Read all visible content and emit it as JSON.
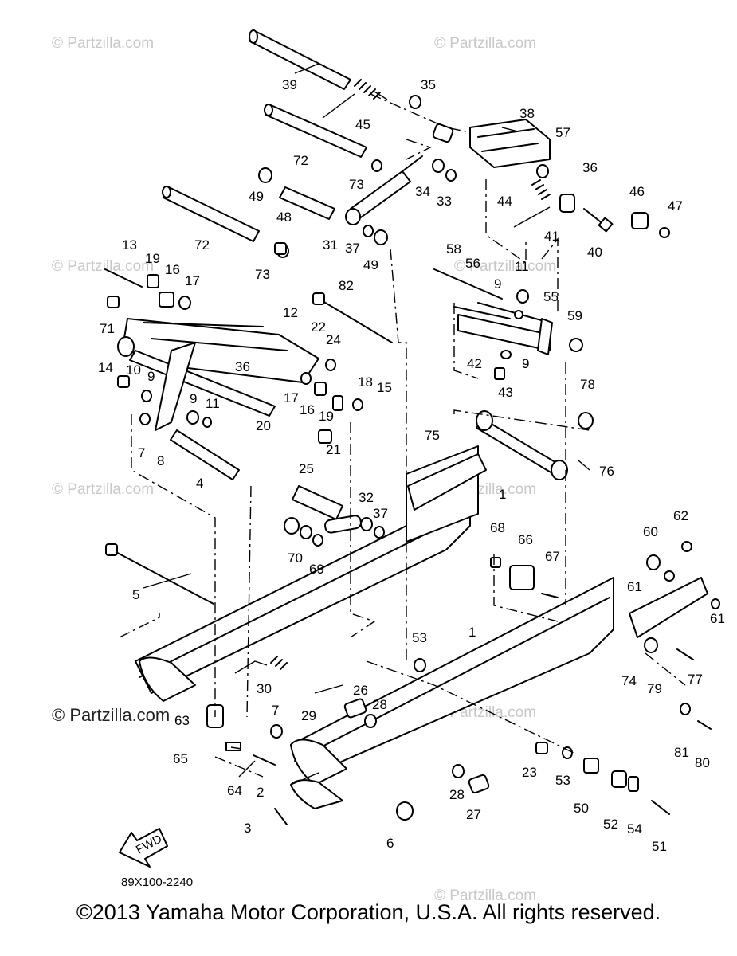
{
  "watermarks": [
    "© Partzilla.com",
    "© Partzilla.com",
    "© Partzilla.com",
    "© Partzilla.com",
    "© Partzilla.com",
    "© Partzilla.com",
    "© Partzilla.com",
    "© Partzilla.com"
  ],
  "watermark_dark": "© Partzilla.com",
  "fwd_label": "FWD",
  "diagram_code": "89X100-2240",
  "copyright": "©2013 Yamaha Motor Corporation, U.S.A. All rights reserved.",
  "callouts": [
    "39",
    "45",
    "35",
    "38",
    "57",
    "72",
    "73",
    "34",
    "33",
    "36",
    "49",
    "48",
    "44",
    "46",
    "47",
    "72",
    "31",
    "37",
    "49",
    "41",
    "40",
    "73",
    "13",
    "19",
    "16",
    "17",
    "58",
    "56",
    "11",
    "9",
    "82",
    "55",
    "59",
    "71",
    "12",
    "22",
    "24",
    "42",
    "9",
    "14",
    "36",
    "10",
    "9",
    "17",
    "16",
    "18",
    "15",
    "43",
    "78",
    "9",
    "11",
    "20",
    "19",
    "7",
    "8",
    "21",
    "75",
    "76",
    "4",
    "25",
    "1",
    "32",
    "37",
    "62",
    "68",
    "66",
    "60",
    "67",
    "70",
    "69",
    "5",
    "61",
    "53",
    "1",
    "61",
    "74",
    "79",
    "77",
    "30",
    "26",
    "28",
    "63",
    "29",
    "7",
    "81",
    "80",
    "65",
    "64",
    "23",
    "53",
    "28",
    "50",
    "52",
    "54",
    "2",
    "27",
    "3",
    "6",
    "51"
  ]
}
